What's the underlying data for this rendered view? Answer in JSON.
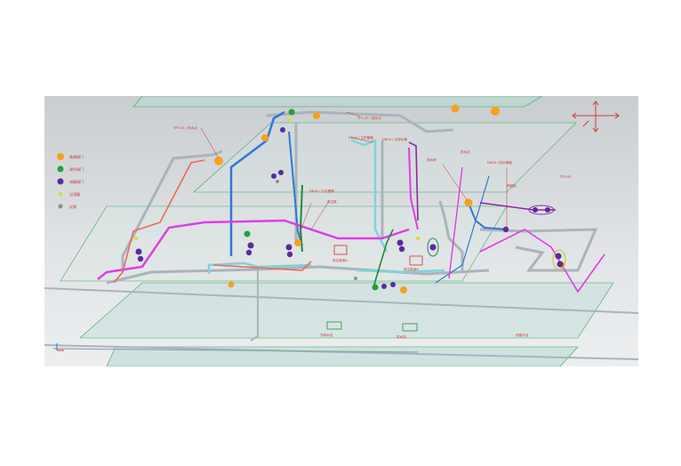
{
  "legend": [
    {
      "label": "普通阀门",
      "color": "#f3a21e"
    },
    {
      "label": "调节阀门",
      "color": "#22a13a"
    },
    {
      "label": "电磁阀门",
      "color": "#5a2a9e"
    },
    {
      "label": "过滤器",
      "color": "#d8dd2a"
    },
    {
      "label": "仪表",
      "color": "#8a8f93"
    }
  ],
  "callouts": [
    {
      "id": "c1",
      "text": "TP0-01 / 供水点"
    },
    {
      "id": "c2",
      "text": "TP1-02 / 回水点"
    },
    {
      "id": "c3",
      "text": "DN40 / 主供管路"
    },
    {
      "id": "c4",
      "text": "DN25 / 冷却水管"
    },
    {
      "id": "c5",
      "text": "排水阀"
    },
    {
      "id": "c6",
      "text": "供水点"
    },
    {
      "id": "c7",
      "text": "DN50 / 回水管路"
    },
    {
      "id": "c8",
      "text": "DN32 / 分支管路"
    },
    {
      "id": "c9",
      "text": "真空泵"
    },
    {
      "id": "c10",
      "text": "TP3-09"
    },
    {
      "id": "c11",
      "text": "阀组站"
    }
  ],
  "boxes": [
    {
      "id": "b1",
      "text": "真空泵组A"
    },
    {
      "id": "b2",
      "text": "真空泵组B"
    },
    {
      "id": "b3",
      "text": "冷却水站"
    },
    {
      "id": "b4",
      "text": "供水站"
    },
    {
      "id": "b5",
      "text": "设备平台"
    }
  ],
  "colors": {
    "pipe_grey": "#a9b4bb",
    "pipe_cyan": "#7fd3dc",
    "pipe_blue": "#2f78d6",
    "pipe_magenta": "#e03ce6",
    "pipe_red": "#ef6a5a",
    "pipe_green": "#1f8a3a",
    "pipe_purple": "#8a2aa0",
    "floor_line": "#3aa85a",
    "axis_red": "#d23a3a"
  }
}
